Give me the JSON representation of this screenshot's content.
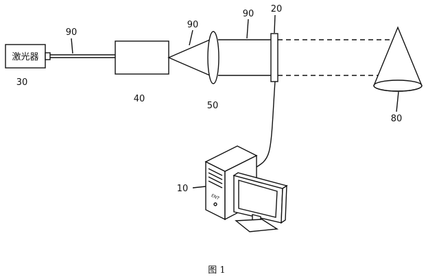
{
  "figure": {
    "caption": "图 1"
  },
  "laser": {
    "label": "激光器",
    "ref": "30"
  },
  "beam_expander": {
    "ref": "40"
  },
  "lens": {
    "ref": "50"
  },
  "sensor_plate": {
    "ref": "20"
  },
  "computer": {
    "ref": "10",
    "tower_badge": "ENT"
  },
  "target_cone": {
    "ref": "80"
  },
  "laser_beam": {
    "ref_fiber": "90",
    "ref_cone": "90",
    "ref_parallel": "90"
  }
}
